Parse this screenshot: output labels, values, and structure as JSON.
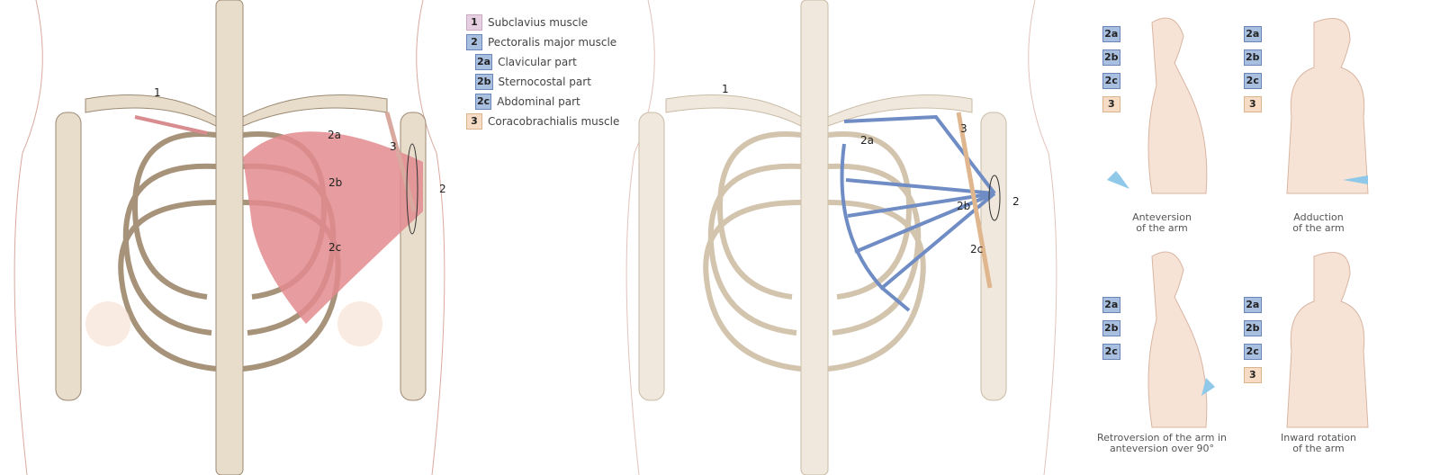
{
  "legend": [
    {
      "badge": "1",
      "label": "Subclavius muscle",
      "kind": "b1"
    },
    {
      "badge": "2",
      "label": "Pectoralis major muscle",
      "kind": "b2"
    },
    {
      "badge": "2a",
      "label": "Clavicular part",
      "kind": "b2"
    },
    {
      "badge": "2b",
      "label": "Sternocostal part",
      "kind": "b2"
    },
    {
      "badge": "2c",
      "label": "Abdominal part",
      "kind": "b2"
    },
    {
      "badge": "3",
      "label": "Coracobrachialis muscle",
      "kind": "b3"
    }
  ],
  "left_labels": {
    "l1": "1",
    "l2a": "2a",
    "l3": "3",
    "l2b": "2b",
    "l2": "2",
    "l2c": "2c"
  },
  "mid_labels": {
    "l1": "1",
    "l2a": "2a",
    "l3": "3",
    "l2": "2",
    "l2b": "2b",
    "l2c": "2c"
  },
  "actions": [
    {
      "caption1": "Anteversion",
      "caption2": "of the arm",
      "badges": [
        "2a",
        "2b",
        "2c",
        "3"
      ]
    },
    {
      "caption1": "Adduction",
      "caption2": "of the arm",
      "badges": [
        "2a",
        "2b",
        "2c",
        "3"
      ]
    },
    {
      "caption1": "Retroversion of the arm in",
      "caption2": "anteversion over 90°",
      "badges": [
        "2a",
        "2b",
        "2c"
      ]
    },
    {
      "caption1": "Inward rotation",
      "caption2": "of the arm",
      "badges": [
        "2a",
        "2b",
        "2c",
        "3"
      ]
    }
  ],
  "colors": {
    "muscle": "#e38b8f",
    "muscle_blue": "#6f8cc4",
    "bone": "#e8dccb",
    "cartilage": "#cfe0f0",
    "skin": "#f7e3d6"
  }
}
